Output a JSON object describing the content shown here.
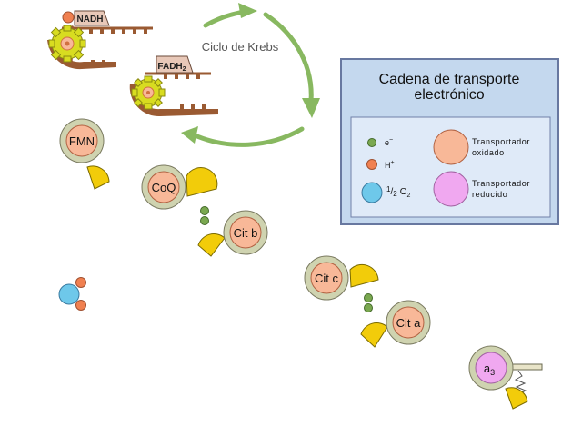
{
  "krebs": {
    "title": "Ciclo de Krebs"
  },
  "nadh": {
    "label": "NADH"
  },
  "fadh2": {
    "label": "FADH",
    "subscript": "2"
  },
  "carriers": {
    "fmn": "FMN",
    "coq": "CoQ",
    "citb": "Cit b",
    "citc": "Cit c",
    "cita": "Cit a",
    "a3": {
      "base": "a",
      "sub": "3"
    }
  },
  "legend": {
    "title_line1": "Cadena de transporte",
    "title_line2": "electrónico",
    "electron": {
      "symbol": "e",
      "sup": "−"
    },
    "proton": {
      "symbol": "H",
      "sup": "+"
    },
    "oxygen": {
      "prefix": "1",
      "frac_sep": "/",
      "denominator": "2",
      "symbol": "O",
      "sub": "2"
    },
    "oxidized": {
      "line1": "Transportador",
      "line2": "oxidado"
    },
    "reduced": {
      "line1": "Transportador",
      "line2": "reducido"
    }
  },
  "colors": {
    "cycle_green": "#88b860",
    "carrier_outer": "#cfd3b0",
    "carrier_inner": "#f8b898",
    "reduced_pink": "#f0a8f0",
    "shield_yellow": "#f2cc0a",
    "electron_green": "#7aa850",
    "proton_orange": "#f08050",
    "oxygen_blue": "#6ec8ea",
    "legend_bg": "#c4d8ee",
    "legend_inner_bg": "#dfeaf8",
    "legend_border": "#6878a0",
    "comb_brown": "#9a5a32",
    "gear_yellow": "#d8dc20"
  }
}
